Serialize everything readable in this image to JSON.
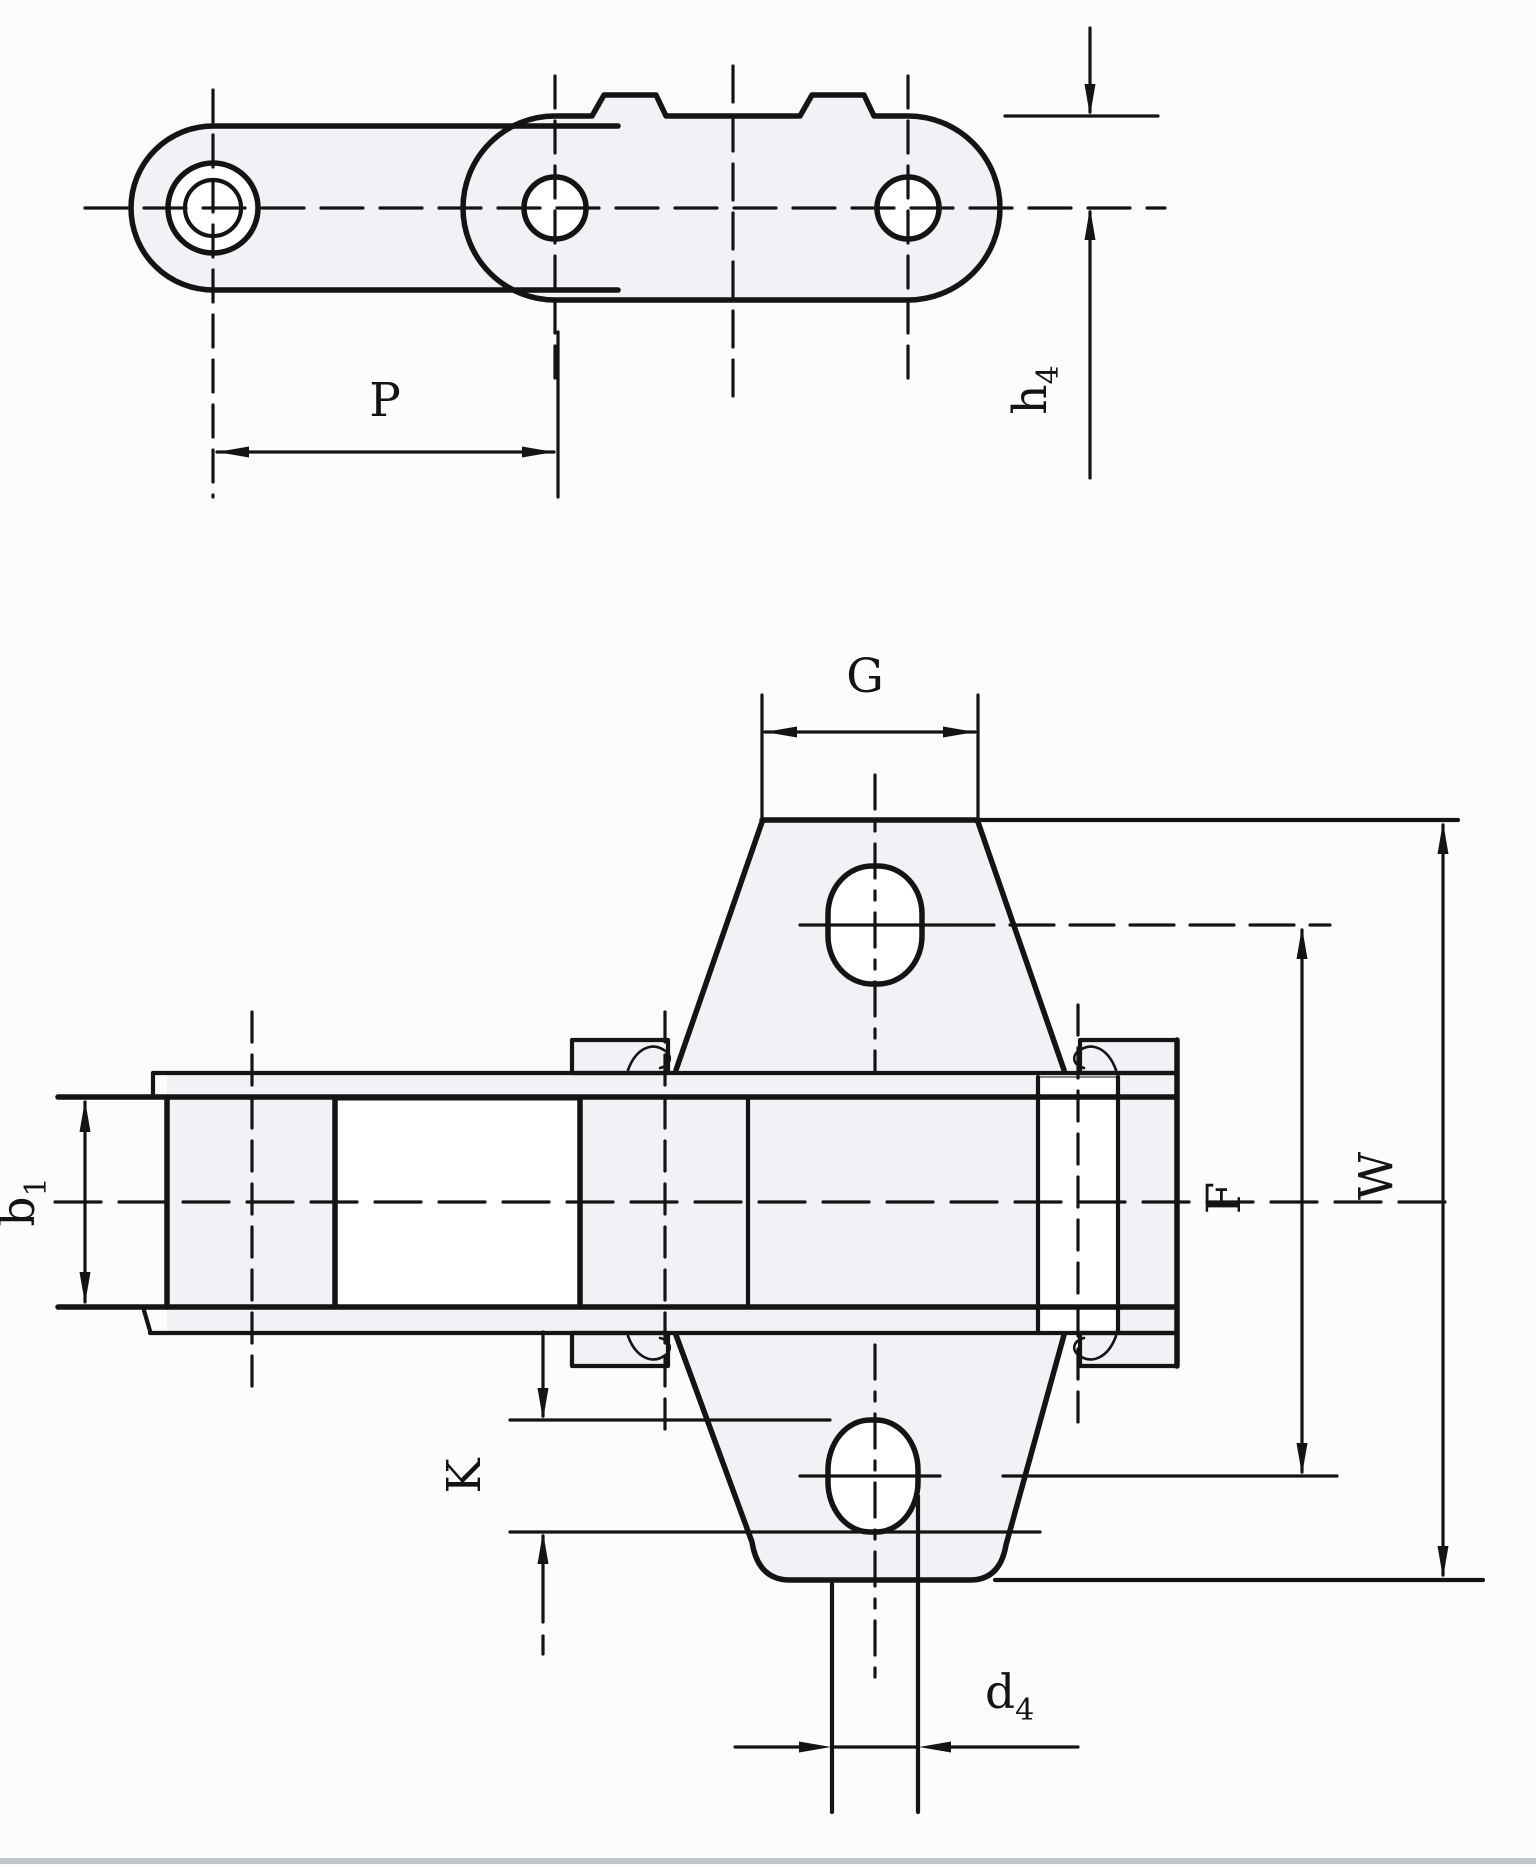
{
  "page": {
    "background": "#fcfcfd",
    "line_color": "#141414",
    "part_fill_color": "#f1f1f6",
    "edge_strip_color": "#c2c5cc"
  },
  "figure": {
    "kind": "chain-attachment-engineering-drawing",
    "views": [
      {
        "id": "side-view",
        "dimension_ids": [
          "pitch-P",
          "attachment-height-h4"
        ]
      },
      {
        "id": "front-view",
        "dimension_ids": [
          "inner-width-b1",
          "top-width-G",
          "hole-distance-F",
          "overall-height-W",
          "slot-length-K",
          "slot-width-d4"
        ]
      }
    ]
  },
  "labels": {
    "p": {
      "base": "P",
      "sub": ""
    },
    "h4": {
      "base": "h",
      "sub": "4"
    },
    "g": {
      "base": "G",
      "sub": ""
    },
    "b1": {
      "base": "b",
      "sub": "1"
    },
    "k": {
      "base": "K",
      "sub": ""
    },
    "f": {
      "base": "F",
      "sub": ""
    },
    "w": {
      "base": "W",
      "sub": ""
    },
    "d4": {
      "base": "d",
      "sub": "4"
    }
  }
}
